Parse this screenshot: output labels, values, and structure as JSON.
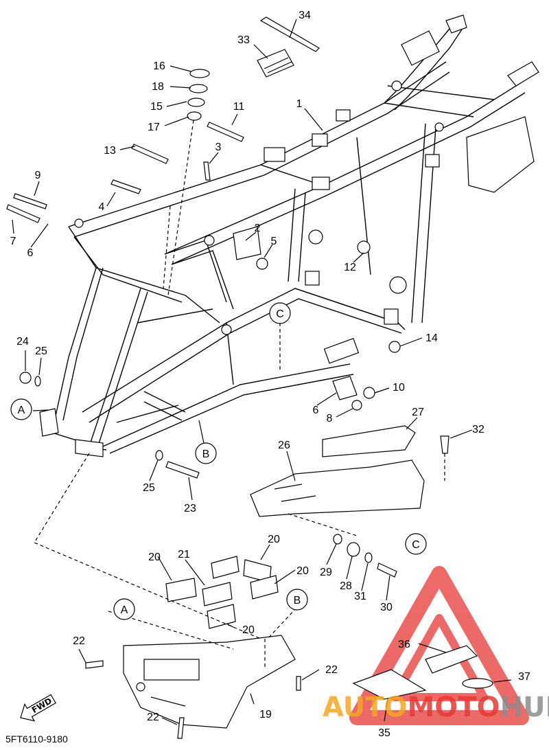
{
  "callouts": [
    {
      "id": "c1",
      "text": "1"
    },
    {
      "id": "c2",
      "text": "2"
    },
    {
      "id": "c3",
      "text": "3"
    },
    {
      "id": "c4",
      "text": "4"
    },
    {
      "id": "c5",
      "text": "5"
    },
    {
      "id": "c6a",
      "text": "6"
    },
    {
      "id": "c6b",
      "text": "6"
    },
    {
      "id": "c7",
      "text": "7"
    },
    {
      "id": "c8",
      "text": "8"
    },
    {
      "id": "c9",
      "text": "9"
    },
    {
      "id": "c10",
      "text": "10"
    },
    {
      "id": "c11",
      "text": "11"
    },
    {
      "id": "c12",
      "text": "12"
    },
    {
      "id": "c13",
      "text": "13"
    },
    {
      "id": "c14",
      "text": "14"
    },
    {
      "id": "c15",
      "text": "15"
    },
    {
      "id": "c16",
      "text": "16"
    },
    {
      "id": "c17",
      "text": "17"
    },
    {
      "id": "c18",
      "text": "18"
    },
    {
      "id": "c19",
      "text": "19"
    },
    {
      "id": "c20a",
      "text": "20"
    },
    {
      "id": "c20b",
      "text": "20"
    },
    {
      "id": "c20c",
      "text": "20"
    },
    {
      "id": "c20d",
      "text": "20"
    },
    {
      "id": "c21",
      "text": "21"
    },
    {
      "id": "c22a",
      "text": "22"
    },
    {
      "id": "c22b",
      "text": "22"
    },
    {
      "id": "c22c",
      "text": "22"
    },
    {
      "id": "c23",
      "text": "23"
    },
    {
      "id": "c24",
      "text": "24"
    },
    {
      "id": "c25a",
      "text": "25"
    },
    {
      "id": "c25b",
      "text": "25"
    },
    {
      "id": "c26",
      "text": "26"
    },
    {
      "id": "c27",
      "text": "27"
    },
    {
      "id": "c28",
      "text": "28"
    },
    {
      "id": "c29",
      "text": "29"
    },
    {
      "id": "c30",
      "text": "30"
    },
    {
      "id": "c31",
      "text": "31"
    },
    {
      "id": "c32",
      "text": "32"
    },
    {
      "id": "c33",
      "text": "33"
    },
    {
      "id": "c34",
      "text": "34"
    },
    {
      "id": "c35",
      "text": "35"
    },
    {
      "id": "c36",
      "text": "36"
    },
    {
      "id": "c37",
      "text": "37"
    }
  ],
  "refs": {
    "a1": "A",
    "a2": "A",
    "b1": "B",
    "b2": "B",
    "c1": "C",
    "c2": "C"
  },
  "fwd_label": "FWD",
  "footer_code": "5FT6110-9180",
  "watermark": {
    "part1": "AUTO",
    "part2": "MOTO",
    "part3": "HUB",
    "color_orange": "#f5a623",
    "color_red": "#e53935",
    "color_grey": "#8c8c8c"
  }
}
